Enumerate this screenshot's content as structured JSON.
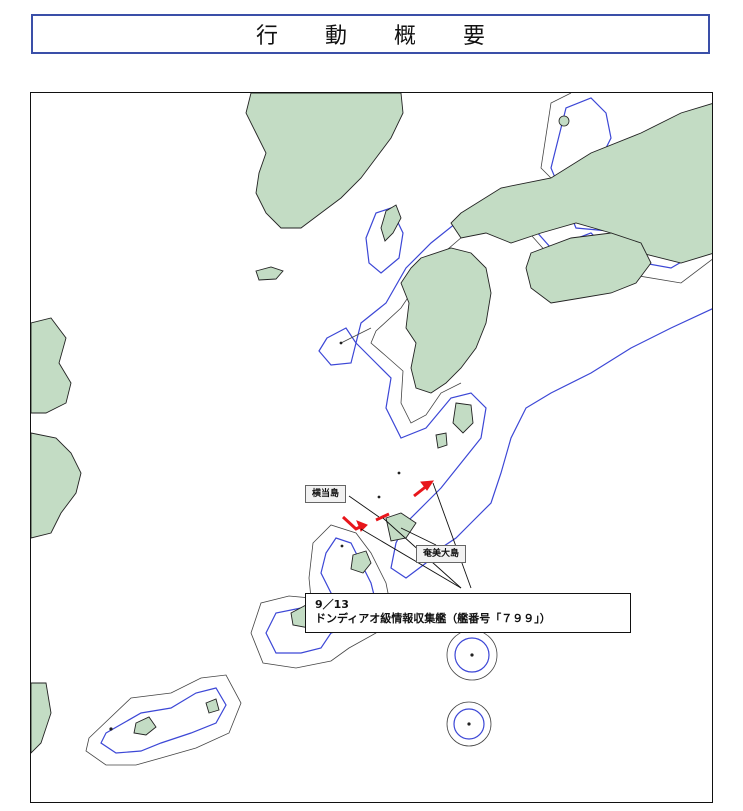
{
  "title": "行 動 概 要",
  "colors": {
    "land": "#c3dcc4",
    "coast": "#222222",
    "boundary": "#3c47d6",
    "ship": "#e8161b",
    "frame": "#3a4fa8"
  },
  "labels": {
    "yokoate": "横当島",
    "amami": "奄美大島"
  },
  "event": {
    "date": "9／13",
    "vessel": "ドンディアオ級情報収集艦（艦番号「７９９」）"
  }
}
